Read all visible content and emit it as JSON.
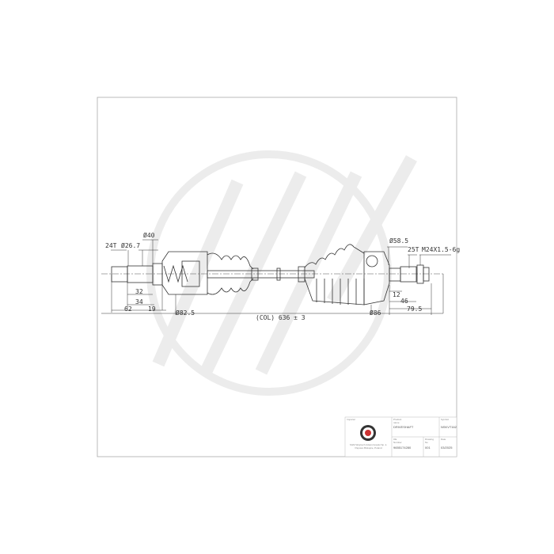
{
  "drawing": {
    "dimensions": {
      "spline_left": "24T",
      "dia_left_shaft": "Ø26.7",
      "dia_left_seal": "Ø40",
      "dia_left_housing": "Ø82.5",
      "len_32": "32",
      "len_34": "34",
      "len_62": "62",
      "len_19": "19",
      "overall_length": "(COL) 636 ± 3",
      "dia_right_seal": "Ø58.5",
      "spline_right": "25T",
      "thread": "M24X1.5-6g",
      "dia_right_boot": "Ø86",
      "len_12": "12",
      "len_46": "46",
      "len_79_5": "79.5"
    },
    "colors": {
      "line": "#333333",
      "watermark": "#efefef"
    }
  },
  "title_block": {
    "importer_label": "Importer",
    "importer_text": "SGM Wojciech Adamczewski Sp. k. Papowo Biskupie, Poland",
    "product_name_label": "Product name",
    "product_name": "DRIVESHAFT",
    "symbol_label": "Symbol",
    "symbol": "NSKVT162",
    "oe_label": "OE Number",
    "oe_number": "9655174280",
    "drawing_no_label": "Drawing No",
    "drawing_no": "001",
    "date_label": "Date",
    "date": "03/2025"
  }
}
